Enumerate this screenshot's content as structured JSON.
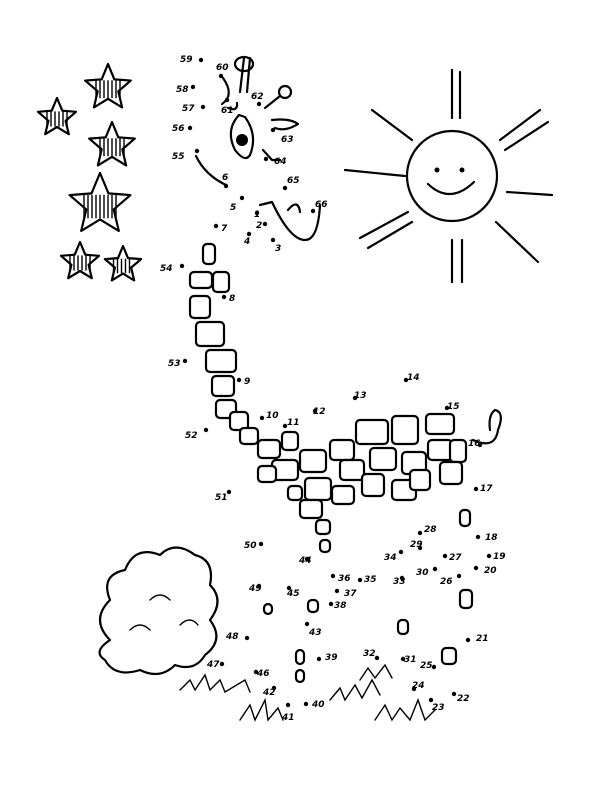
{
  "worksheet": {
    "type": "connect-the-dots",
    "dot_labels": [
      "1",
      "2",
      "3",
      "4",
      "5",
      "6",
      "7",
      "8",
      "9",
      "10",
      "11",
      "12",
      "13",
      "14",
      "15",
      "16",
      "17",
      "18",
      "19",
      "20",
      "21",
      "22",
      "23",
      "24",
      "25",
      "26",
      "27",
      "28",
      "29",
      "30",
      "31",
      "32",
      "33",
      "34",
      "35",
      "36",
      "37",
      "38",
      "39",
      "40",
      "41",
      "42",
      "43",
      "44",
      "45",
      "46",
      "47",
      "48",
      "49",
      "50",
      "51",
      "52",
      "53",
      "54",
      "55",
      "56",
      "57",
      "58",
      "59",
      "60",
      "61",
      "62",
      "63",
      "64",
      "65",
      "66"
    ]
  }
}
